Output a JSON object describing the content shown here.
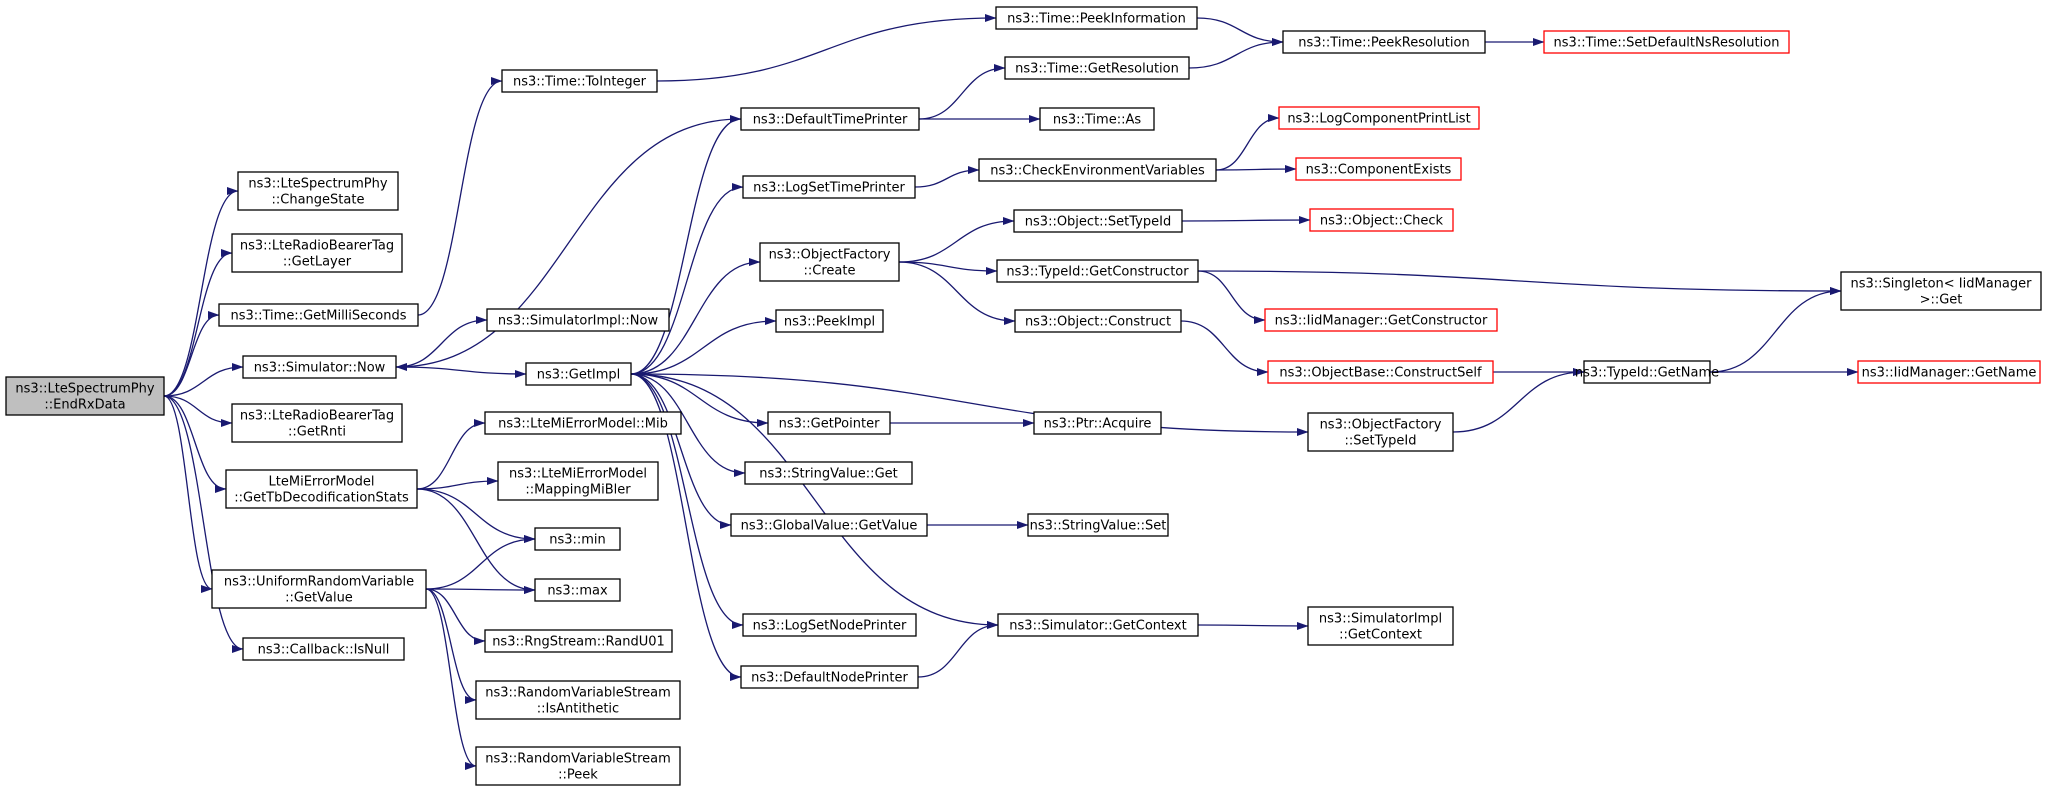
{
  "graph": {
    "type": "call-graph",
    "edge_color": "#191970",
    "truncated_border_color": "#ff0000",
    "root_fill": "#bfbfbf",
    "nodes": [
      {
        "id": "EndRxData",
        "lines": [
          "ns3::LteSpectrumPhy",
          "::EndRxData"
        ],
        "root": true,
        "truncated": false
      },
      {
        "id": "ChangeState",
        "lines": [
          "ns3::LteSpectrumPhy",
          "::ChangeState"
        ],
        "root": false,
        "truncated": false
      },
      {
        "id": "GetLayer",
        "lines": [
          "ns3::LteRadioBearerTag",
          "::GetLayer"
        ],
        "root": false,
        "truncated": false
      },
      {
        "id": "GetMilliSeconds",
        "lines": [
          "ns3::Time::GetMilliSeconds"
        ],
        "root": false,
        "truncated": false
      },
      {
        "id": "SimNow",
        "lines": [
          "ns3::Simulator::Now"
        ],
        "root": false,
        "truncated": false
      },
      {
        "id": "GetRnti",
        "lines": [
          "ns3::LteRadioBearerTag",
          "::GetRnti"
        ],
        "root": false,
        "truncated": false
      },
      {
        "id": "GetTbDec",
        "lines": [
          "LteMiErrorModel",
          "::GetTbDecodificationStats"
        ],
        "root": false,
        "truncated": false
      },
      {
        "id": "URVGetValue",
        "lines": [
          "ns3::UniformRandomVariable",
          "::GetValue"
        ],
        "root": false,
        "truncated": false
      },
      {
        "id": "IsNull",
        "lines": [
          "ns3::Callback::IsNull"
        ],
        "root": false,
        "truncated": false
      },
      {
        "id": "ToInteger",
        "lines": [
          "ns3::Time::ToInteger"
        ],
        "root": false,
        "truncated": false
      },
      {
        "id": "SimImplNow",
        "lines": [
          "ns3::SimulatorImpl::Now"
        ],
        "root": false,
        "truncated": false
      },
      {
        "id": "GetImpl",
        "lines": [
          "ns3::GetImpl"
        ],
        "root": false,
        "truncated": false
      },
      {
        "id": "Mib",
        "lines": [
          "ns3::LteMiErrorModel::Mib"
        ],
        "root": false,
        "truncated": false
      },
      {
        "id": "MappingMiBler",
        "lines": [
          "ns3::LteMiErrorModel",
          "::MappingMiBler"
        ],
        "root": false,
        "truncated": false
      },
      {
        "id": "Min",
        "lines": [
          "ns3::min"
        ],
        "root": false,
        "truncated": false
      },
      {
        "id": "Max",
        "lines": [
          "ns3::max"
        ],
        "root": false,
        "truncated": false
      },
      {
        "id": "RandU01",
        "lines": [
          "ns3::RngStream::RandU01"
        ],
        "root": false,
        "truncated": false
      },
      {
        "id": "IsAntithetic",
        "lines": [
          "ns3::RandomVariableStream",
          "::IsAntithetic"
        ],
        "root": false,
        "truncated": false
      },
      {
        "id": "Peek",
        "lines": [
          "ns3::RandomVariableStream",
          "::Peek"
        ],
        "root": false,
        "truncated": false
      },
      {
        "id": "DefaultTimePrinter",
        "lines": [
          "ns3::DefaultTimePrinter"
        ],
        "root": false,
        "truncated": false
      },
      {
        "id": "LogSetTimePrinter",
        "lines": [
          "ns3::LogSetTimePrinter"
        ],
        "root": false,
        "truncated": false
      },
      {
        "id": "ObjFactCreate",
        "lines": [
          "ns3::ObjectFactory",
          "::Create"
        ],
        "root": false,
        "truncated": false
      },
      {
        "id": "PeekImpl",
        "lines": [
          "ns3::PeekImpl"
        ],
        "root": false,
        "truncated": false
      },
      {
        "id": "GetPointer",
        "lines": [
          "ns3::GetPointer"
        ],
        "root": false,
        "truncated": false
      },
      {
        "id": "StringValueGet",
        "lines": [
          "ns3::StringValue::Get"
        ],
        "root": false,
        "truncated": false
      },
      {
        "id": "GVGetValue",
        "lines": [
          "ns3::GlobalValue::GetValue"
        ],
        "root": false,
        "truncated": false
      },
      {
        "id": "LogSetNodePrinter",
        "lines": [
          "ns3::LogSetNodePrinter"
        ],
        "root": false,
        "truncated": false
      },
      {
        "id": "DefaultNodePrinter",
        "lines": [
          "ns3::DefaultNodePrinter"
        ],
        "root": false,
        "truncated": false
      },
      {
        "id": "PeekInformation",
        "lines": [
          "ns3::Time::PeekInformation"
        ],
        "root": false,
        "truncated": false
      },
      {
        "id": "GetResolution",
        "lines": [
          "ns3::Time::GetResolution"
        ],
        "root": false,
        "truncated": false
      },
      {
        "id": "TimeAs",
        "lines": [
          "ns3::Time::As"
        ],
        "root": false,
        "truncated": false
      },
      {
        "id": "CheckEnv",
        "lines": [
          "ns3::CheckEnvironmentVariables"
        ],
        "root": false,
        "truncated": false
      },
      {
        "id": "ObjSetTypeId",
        "lines": [
          "ns3::Object::SetTypeId"
        ],
        "root": false,
        "truncated": false
      },
      {
        "id": "TypeIdGetConstructor",
        "lines": [
          "ns3::TypeId::GetConstructor"
        ],
        "root": false,
        "truncated": false
      },
      {
        "id": "ObjConstruct",
        "lines": [
          "ns3::Object::Construct"
        ],
        "root": false,
        "truncated": false
      },
      {
        "id": "PtrAcquire",
        "lines": [
          "ns3::Ptr::Acquire"
        ],
        "root": false,
        "truncated": false
      },
      {
        "id": "StringValueSet",
        "lines": [
          "ns3::StringValue::Set"
        ],
        "root": false,
        "truncated": false
      },
      {
        "id": "SimGetContext",
        "lines": [
          "ns3::Simulator::GetContext"
        ],
        "root": false,
        "truncated": false
      },
      {
        "id": "PeekResolution",
        "lines": [
          "ns3::Time::PeekResolution"
        ],
        "root": false,
        "truncated": false
      },
      {
        "id": "LogComponentPrintList",
        "lines": [
          "ns3::LogComponentPrintList"
        ],
        "root": false,
        "truncated": true
      },
      {
        "id": "ComponentExists",
        "lines": [
          "ns3::ComponentExists"
        ],
        "root": false,
        "truncated": true
      },
      {
        "id": "ObjCheck",
        "lines": [
          "ns3::Object::Check"
        ],
        "root": false,
        "truncated": true
      },
      {
        "id": "IidGetConstructor",
        "lines": [
          "ns3::IidManager::GetConstructor"
        ],
        "root": false,
        "truncated": true
      },
      {
        "id": "ConstructSelf",
        "lines": [
          "ns3::ObjectBase::ConstructSelf"
        ],
        "root": false,
        "truncated": true
      },
      {
        "id": "ObjFactSetTypeId",
        "lines": [
          "ns3::ObjectFactory",
          "::SetTypeId"
        ],
        "root": false,
        "truncated": false
      },
      {
        "id": "SimImplGetContext",
        "lines": [
          "ns3::SimulatorImpl",
          "::GetContext"
        ],
        "root": false,
        "truncated": false
      },
      {
        "id": "SetDefaultNsRes",
        "lines": [
          "ns3::Time::SetDefaultNsResolution"
        ],
        "root": false,
        "truncated": true
      },
      {
        "id": "TypeIdGetName",
        "lines": [
          "ns3::TypeId::GetName"
        ],
        "root": false,
        "truncated": false
      },
      {
        "id": "SingletonGet",
        "lines": [
          "ns3::Singleton< IidManager",
          " >::Get"
        ],
        "root": false,
        "truncated": false
      },
      {
        "id": "IidGetName",
        "lines": [
          "ns3::IidManager::GetName"
        ],
        "root": false,
        "truncated": true
      }
    ],
    "edges": [
      [
        "EndRxData",
        "ChangeState"
      ],
      [
        "EndRxData",
        "GetLayer"
      ],
      [
        "EndRxData",
        "GetMilliSeconds"
      ],
      [
        "EndRxData",
        "SimNow"
      ],
      [
        "EndRxData",
        "GetRnti"
      ],
      [
        "EndRxData",
        "GetTbDec"
      ],
      [
        "EndRxData",
        "URVGetValue"
      ],
      [
        "EndRxData",
        "IsNull"
      ],
      [
        "GetMilliSeconds",
        "ToInteger"
      ],
      [
        "ToInteger",
        "PeekInformation"
      ],
      [
        "PeekInformation",
        "PeekResolution"
      ],
      [
        "PeekResolution",
        "SetDefaultNsRes"
      ],
      [
        "SimNow",
        "SimImplNow"
      ],
      [
        "SimNow",
        "GetImpl"
      ],
      [
        "GetTbDec",
        "Mib"
      ],
      [
        "GetTbDec",
        "MappingMiBler"
      ],
      [
        "GetTbDec",
        "Min"
      ],
      [
        "GetTbDec",
        "Max"
      ],
      [
        "URVGetValue",
        "Min"
      ],
      [
        "URVGetValue",
        "Max"
      ],
      [
        "URVGetValue",
        "RandU01"
      ],
      [
        "URVGetValue",
        "IsAntithetic"
      ],
      [
        "URVGetValue",
        "Peek"
      ],
      [
        "GetImpl",
        "DefaultTimePrinter"
      ],
      [
        "GetImpl",
        "LogSetTimePrinter"
      ],
      [
        "GetImpl",
        "ObjFactCreate"
      ],
      [
        "GetImpl",
        "PeekImpl"
      ],
      [
        "GetImpl",
        "GetPointer"
      ],
      [
        "GetImpl",
        "StringValueGet"
      ],
      [
        "GetImpl",
        "GVGetValue"
      ],
      [
        "GetImpl",
        "LogSetNodePrinter"
      ],
      [
        "GetImpl",
        "DefaultNodePrinter"
      ],
      [
        "GetImpl",
        "ObjFactSetTypeId"
      ],
      [
        "GetImpl",
        "SimGetContext"
      ],
      [
        "DefaultTimePrinter",
        "SimNow"
      ],
      [
        "DefaultTimePrinter",
        "GetResolution"
      ],
      [
        "DefaultTimePrinter",
        "TimeAs"
      ],
      [
        "GetResolution",
        "PeekResolution"
      ],
      [
        "LogSetTimePrinter",
        "CheckEnv"
      ],
      [
        "CheckEnv",
        "LogComponentPrintList"
      ],
      [
        "CheckEnv",
        "ComponentExists"
      ],
      [
        "ObjFactCreate",
        "ObjSetTypeId"
      ],
      [
        "ObjFactCreate",
        "TypeIdGetConstructor"
      ],
      [
        "ObjFactCreate",
        "ObjConstruct"
      ],
      [
        "ObjSetTypeId",
        "ObjCheck"
      ],
      [
        "TypeIdGetConstructor",
        "SingletonGet"
      ],
      [
        "TypeIdGetConstructor",
        "IidGetConstructor"
      ],
      [
        "ObjConstruct",
        "ConstructSelf"
      ],
      [
        "ConstructSelf",
        "TypeIdGetName"
      ],
      [
        "ObjFactSetTypeId",
        "TypeIdGetName"
      ],
      [
        "TypeIdGetName",
        "SingletonGet"
      ],
      [
        "TypeIdGetName",
        "IidGetName"
      ],
      [
        "GetPointer",
        "PtrAcquire"
      ],
      [
        "GVGetValue",
        "StringValueSet"
      ],
      [
        "DefaultNodePrinter",
        "SimGetContext"
      ],
      [
        "SimGetContext",
        "SimImplGetContext"
      ]
    ]
  }
}
